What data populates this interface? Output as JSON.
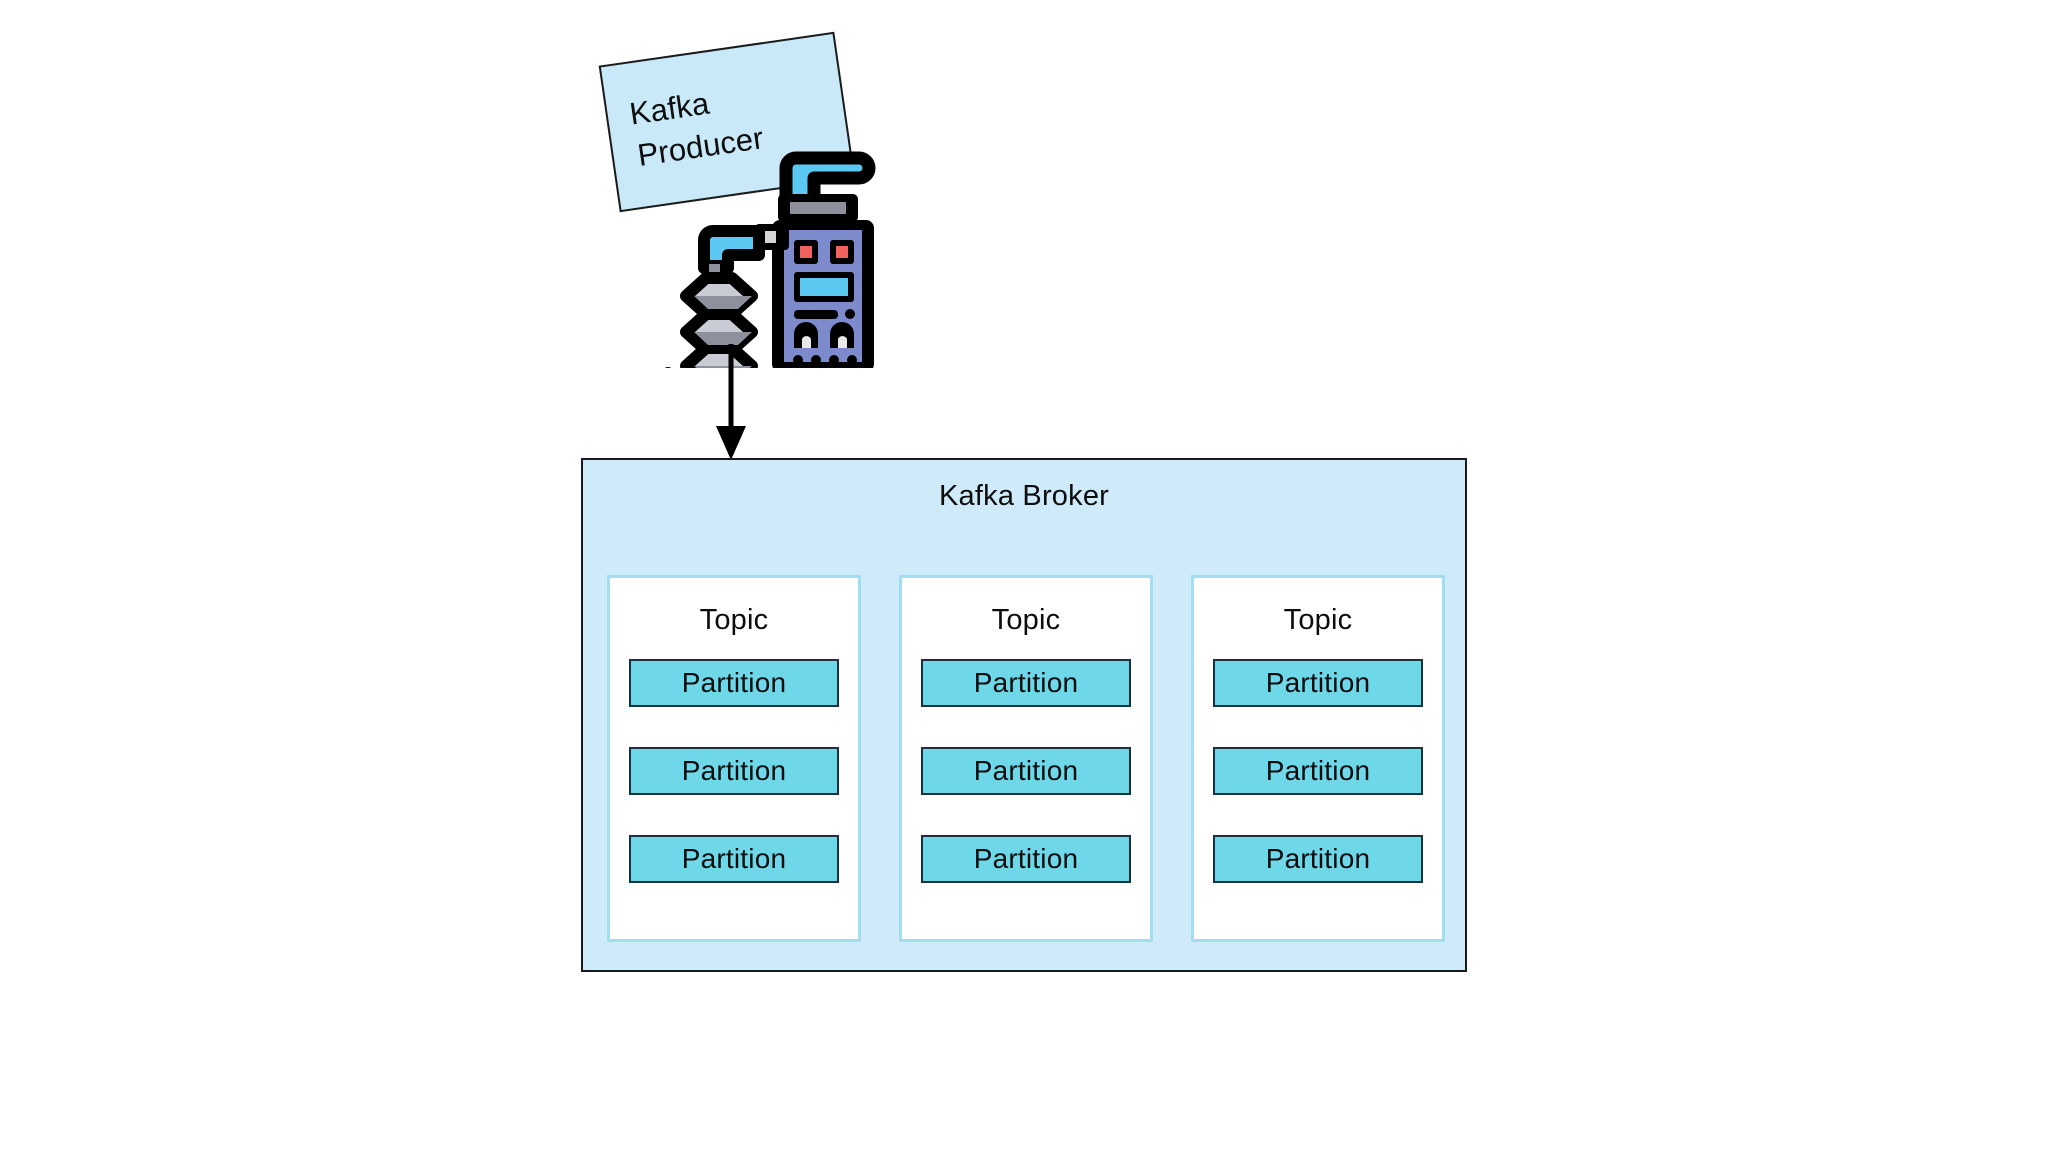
{
  "diagram": {
    "title": "Kafka Producer and Kafka Broker",
    "background_color": "#ffffff"
  },
  "producer": {
    "label_line1": "Kafka",
    "label_line2": "Producer",
    "label_fill": "#c9e9f8",
    "label_border": "#1b1b1b",
    "icon_name": "factory-machine-icon",
    "icon_body_color": "#7d8acb",
    "icon_pipe_color": "#5ac8f0",
    "icon_outline_color": "#000000",
    "icon_indicator_color": "#f1615d",
    "icon_disc_color": "#c9ccd4",
    "icon_disc_shadow_color": "#8e919c"
  },
  "flow": {
    "arrow_name": "producer-to-broker-arrow",
    "arrow_color": "#000000",
    "direction": "down",
    "from": "Kafka Producer",
    "to": "Kafka Broker"
  },
  "broker": {
    "title": "Kafka Broker",
    "fill": "#cfeaf9",
    "border": "#1a1a1a",
    "topics": [
      {
        "title": "Topic",
        "partitions": [
          "Partition",
          "Partition",
          "Partition"
        ]
      },
      {
        "title": "Topic",
        "partitions": [
          "Partition",
          "Partition",
          "Partition"
        ]
      },
      {
        "title": "Topic",
        "partitions": [
          "Partition",
          "Partition",
          "Partition"
        ]
      }
    ],
    "topic_fill": "#ffffff",
    "topic_border": "#9fdff0",
    "partition_fill": "#6ed7e8",
    "partition_border": "#16333f"
  }
}
